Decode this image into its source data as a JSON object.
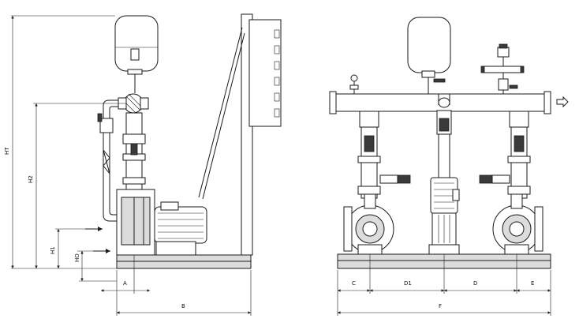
{
  "dimensions": {
    "HT": "HT",
    "H2": "H2",
    "H1": "H1",
    "HO": "HO",
    "A": "A",
    "B": "B",
    "C": "C",
    "D1": "D1",
    "D": "D",
    "E": "E",
    "F": "F"
  },
  "colors": {
    "line": "#1a1a1a",
    "shade": "#dcdcdc",
    "dark": "#3a3a3a",
    "background": "#ffffff"
  }
}
